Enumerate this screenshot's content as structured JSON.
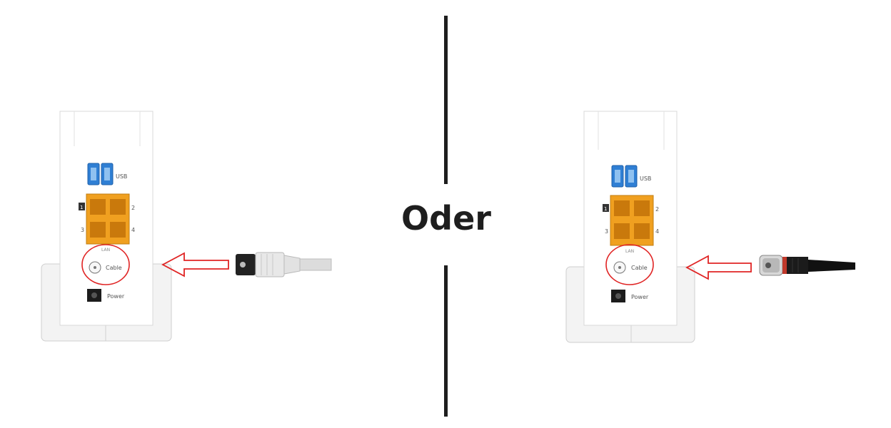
{
  "center": {
    "label": "Oder"
  },
  "router": {
    "usb_label": "USB",
    "lan_label": "LAN",
    "port_numbers": [
      "1",
      "2",
      "3",
      "4"
    ],
    "cable_label": "Cable",
    "power_label": "Power"
  },
  "left_scene": {
    "connector": "white-coax-plug",
    "highlight_color": "#e02424"
  },
  "right_scene": {
    "connector": "black-f-connector",
    "highlight_color": "#e02424"
  },
  "colors": {
    "usb_blue": "#2f7fd4",
    "lan_orange": "#f0a020",
    "divider": "#1e1e1e"
  }
}
